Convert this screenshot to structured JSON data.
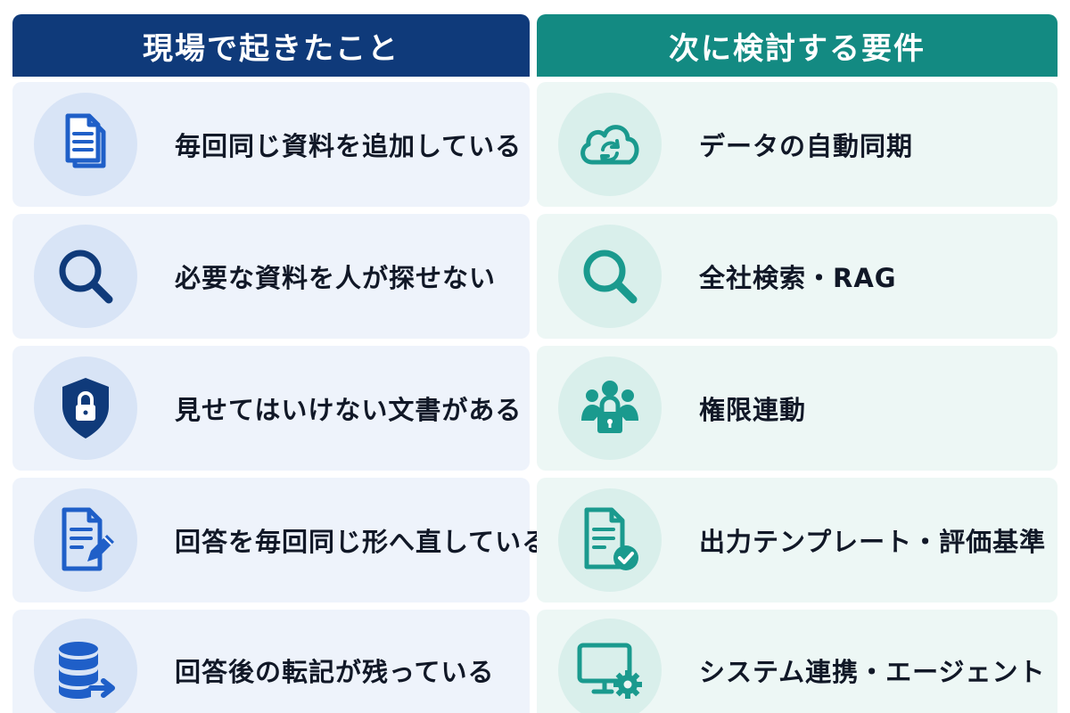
{
  "headers": {
    "left": "現場で起きたこと",
    "right": "次に検討する要件"
  },
  "colors": {
    "left_accent": "#0f3a7a",
    "left_icon": "#1f5fc8",
    "right_accent": "#138a82",
    "right_icon": "#1a9a8e"
  },
  "rows": [
    {
      "left": {
        "label": "毎回同じ資料を追加している",
        "icon": "documents-icon"
      },
      "right": {
        "label": "データの自動同期",
        "icon": "cloud-sync-icon"
      }
    },
    {
      "left": {
        "label": "必要な資料を人が探せない",
        "icon": "search-icon"
      },
      "right": {
        "label": "全社検索・RAG",
        "icon": "search-icon"
      }
    },
    {
      "left": {
        "label": "見せてはいけない文書がある",
        "icon": "shield-lock-icon"
      },
      "right": {
        "label": "権限連動",
        "icon": "users-lock-icon"
      }
    },
    {
      "left": {
        "label": "回答を毎回同じ形へ直している",
        "icon": "document-edit-icon"
      },
      "right": {
        "label": "出力テンプレート・評価基準",
        "icon": "document-check-icon"
      }
    },
    {
      "left": {
        "label": "回答後の転記が残っている",
        "icon": "database-export-icon"
      },
      "right": {
        "label": "システム連携・エージェント",
        "icon": "monitor-gear-icon"
      }
    }
  ]
}
